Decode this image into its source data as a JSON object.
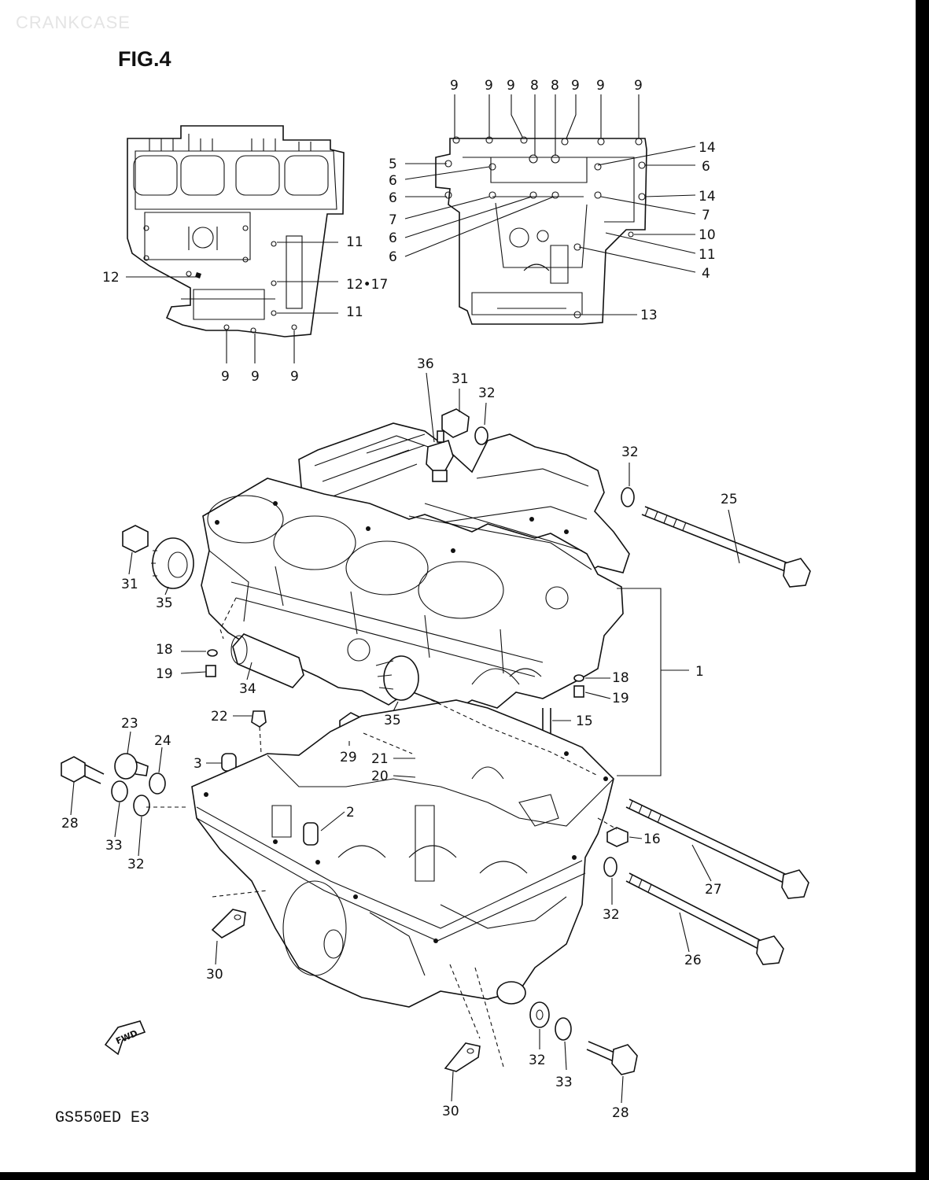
{
  "watermark": "CRANKCASE",
  "figure_title": "FIG.4",
  "model_code": "GS550ED  E3",
  "fwd_label": "FWD",
  "callouts": {
    "upper_left": [
      {
        "id": "ul-12a",
        "text": "12"
      },
      {
        "id": "ul-11a",
        "text": "11"
      },
      {
        "id": "ul-1217",
        "text": "12•17"
      },
      {
        "id": "ul-11b",
        "text": "11"
      },
      {
        "id": "ul-9a",
        "text": "9"
      },
      {
        "id": "ul-9b",
        "text": "9"
      },
      {
        "id": "ul-9c",
        "text": "9"
      }
    ],
    "upper_right": [
      {
        "id": "ur-t1",
        "text": "9"
      },
      {
        "id": "ur-t2",
        "text": "9"
      },
      {
        "id": "ur-t3",
        "text": "9"
      },
      {
        "id": "ur-t4",
        "text": "8"
      },
      {
        "id": "ur-t5",
        "text": "8"
      },
      {
        "id": "ur-t6",
        "text": "9"
      },
      {
        "id": "ur-t7",
        "text": "9"
      },
      {
        "id": "ur-t8",
        "text": "9"
      },
      {
        "id": "ur-l1",
        "text": "5"
      },
      {
        "id": "ur-l2",
        "text": "6"
      },
      {
        "id": "ur-l3",
        "text": "6"
      },
      {
        "id": "ur-l4",
        "text": "7"
      },
      {
        "id": "ur-l5",
        "text": "6"
      },
      {
        "id": "ur-l6",
        "text": "6"
      },
      {
        "id": "ur-r1",
        "text": "14"
      },
      {
        "id": "ur-r2",
        "text": "6"
      },
      {
        "id": "ur-r3",
        "text": "14"
      },
      {
        "id": "ur-r4",
        "text": "7"
      },
      {
        "id": "ur-r5",
        "text": "10"
      },
      {
        "id": "ur-r6",
        "text": "11"
      },
      {
        "id": "ur-r7",
        "text": "4"
      },
      {
        "id": "ur-r8",
        "text": "13"
      }
    ],
    "main": [
      {
        "id": "m36",
        "text": "36"
      },
      {
        "id": "m31a",
        "text": "31"
      },
      {
        "id": "m32a",
        "text": "32"
      },
      {
        "id": "m32b",
        "text": "32"
      },
      {
        "id": "m25",
        "text": "25"
      },
      {
        "id": "m31b",
        "text": "31"
      },
      {
        "id": "m35a",
        "text": "35"
      },
      {
        "id": "m18a",
        "text": "18"
      },
      {
        "id": "m19a",
        "text": "19"
      },
      {
        "id": "m34",
        "text": "34"
      },
      {
        "id": "m1",
        "text": "1"
      },
      {
        "id": "m18b",
        "text": "18"
      },
      {
        "id": "m19b",
        "text": "19"
      },
      {
        "id": "m35b",
        "text": "35"
      },
      {
        "id": "m22",
        "text": "22"
      },
      {
        "id": "m15",
        "text": "15"
      },
      {
        "id": "m23",
        "text": "23"
      },
      {
        "id": "m24",
        "text": "24"
      },
      {
        "id": "m3",
        "text": "3"
      },
      {
        "id": "m29",
        "text": "29"
      },
      {
        "id": "m21",
        "text": "21"
      },
      {
        "id": "m20",
        "text": "20"
      },
      {
        "id": "m28a",
        "text": "28"
      },
      {
        "id": "m33a",
        "text": "33"
      },
      {
        "id": "m32c",
        "text": "32"
      },
      {
        "id": "m2",
        "text": "2"
      },
      {
        "id": "m16",
        "text": "16"
      },
      {
        "id": "m27",
        "text": "27"
      },
      {
        "id": "m32d",
        "text": "32"
      },
      {
        "id": "m26",
        "text": "26"
      },
      {
        "id": "m30a",
        "text": "30"
      },
      {
        "id": "m32e",
        "text": "32"
      },
      {
        "id": "m33b",
        "text": "33"
      },
      {
        "id": "m28b",
        "text": "28"
      },
      {
        "id": "m30b",
        "text": "30"
      }
    ]
  }
}
